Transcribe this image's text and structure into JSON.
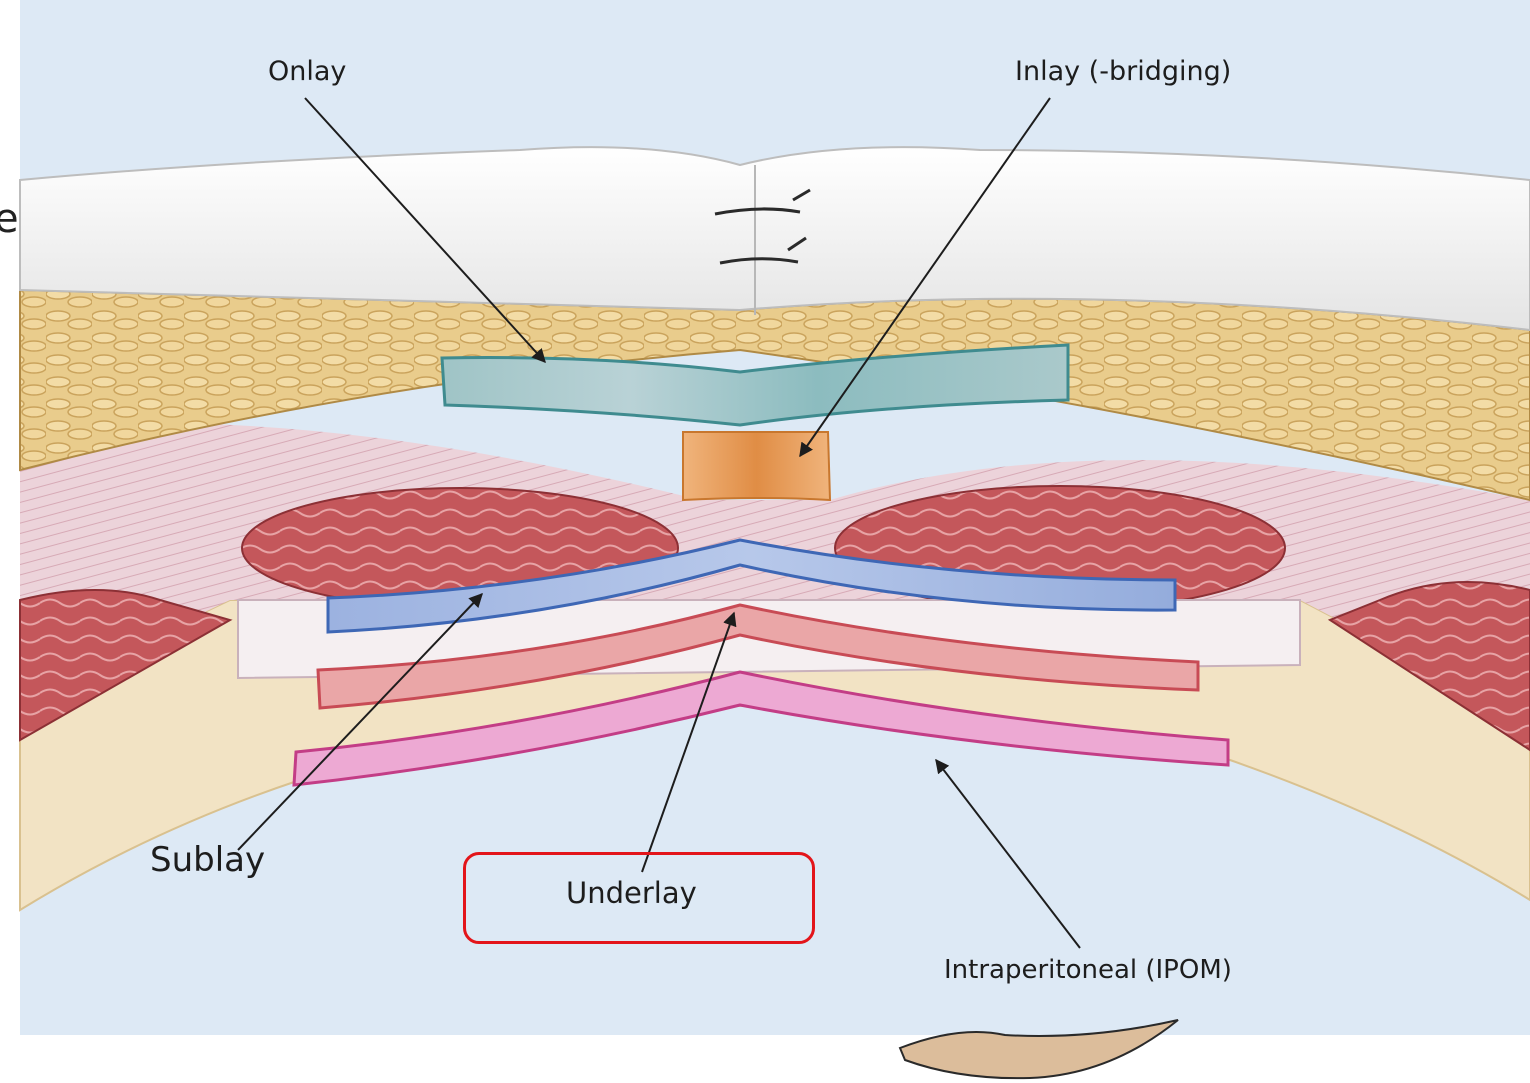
{
  "labels": {
    "onlay": "Onlay",
    "inlay": "Inlay (-bridging)",
    "sublay": "Sublay",
    "underlay": "Underlay",
    "ipom": "Intraperitoneal (IPOM)"
  },
  "stray_char": "e",
  "highlighted_label": "Underlay",
  "colors": {
    "background": "#dde9f5",
    "skin": "#f4f4f2",
    "fat": "#e6c785",
    "muscle": "#c45a5e",
    "fascia": "#ead6dc",
    "onlay_mesh": "#7fb3b6",
    "inlay_mesh": "#e39a52",
    "sublay_mesh": "#8ea7d8",
    "underlay_mesh": "#e9a5a5",
    "peritoneum": "#f2e3c4",
    "ipom_mesh": "#e8a3cf",
    "highlight": "#e3151a"
  }
}
